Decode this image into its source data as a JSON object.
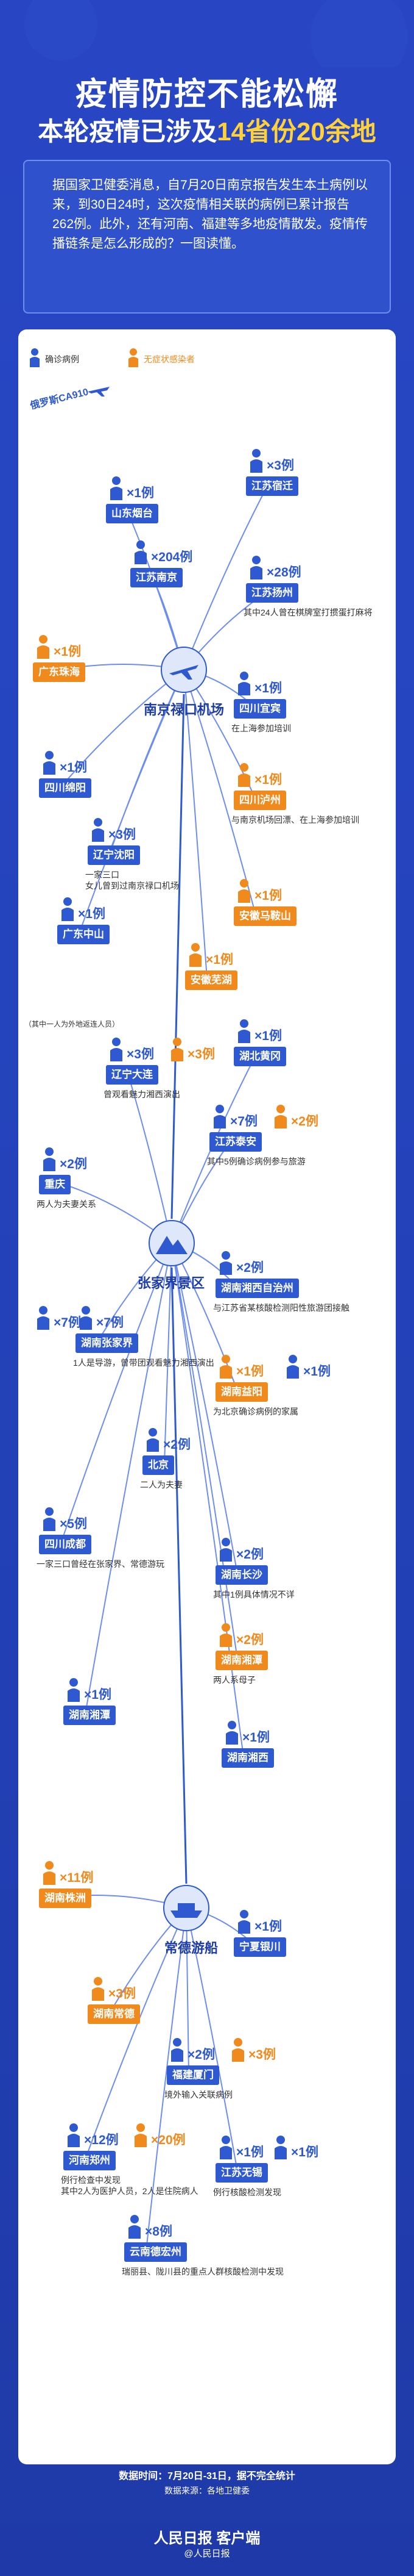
{
  "header": {
    "title_line1": "疫情防控不能松懈",
    "title_line2_a": "本轮疫情已涉及",
    "title_line2_b": "14省份20余地"
  },
  "intro": {
    "text": "据国家卫健委消息，自7月20日南京报告发生本土病例以来，到30日24时，这次疫情相关联的病例已累计报告262例。此外，还有河南、福建等多地疫情散发。疫情传播链条是怎么形成的？一图读懂。"
  },
  "legend": {
    "confirmed": "确诊病例",
    "asymptomatic": "无症状感染者"
  },
  "colors": {
    "confirmed": "#2e59d1",
    "asymptomatic": "#f08a1c",
    "background": "#2444bd",
    "accent": "#ffd23a"
  },
  "flight": "俄罗斯CA910",
  "hubs": [
    {
      "name": "南京禄口机场",
      "icon": "airplane-icon"
    },
    {
      "name": "张家界景区",
      "icon": "mountain-icon"
    },
    {
      "name": "常德游船",
      "icon": "ship-icon"
    }
  ],
  "nodes": [
    {
      "id": "yantai",
      "count": "×1例",
      "type": "confirmed",
      "place": "山东烟台"
    },
    {
      "id": "suqian",
      "count": "×3例",
      "type": "confirmed",
      "place": "江苏宿迁"
    },
    {
      "id": "nanjing",
      "count": "×204例",
      "type": "confirmed",
      "place": "江苏南京"
    },
    {
      "id": "yangzhou",
      "count": "×28例",
      "type": "confirmed",
      "place": "江苏扬州",
      "note": "其中24人曾在棋牌室打掼蛋打麻将"
    },
    {
      "id": "guangdongzhuhai",
      "count": "×1例",
      "type": "asymptomatic",
      "place": "广东珠海"
    },
    {
      "id": "yibin",
      "count": "×1例",
      "type": "confirmed",
      "place": "四川宜宾",
      "note": "在上海参加培训"
    },
    {
      "id": "mianyang",
      "count": "×1例",
      "type": "confirmed",
      "place": "四川绵阳"
    },
    {
      "id": "luzhou",
      "count": "×1例",
      "type": "asymptomatic",
      "place": "四川泸州",
      "note": "与南京机场回漂、在上海参加培训"
    },
    {
      "id": "shenyang",
      "count": "×3例",
      "type": "confirmed",
      "place": "辽宁沈阳",
      "note": "一家三口\n女儿曾到过南京禄口机场"
    },
    {
      "id": "maanshan",
      "count": "×1例",
      "type": "asymptomatic",
      "place": "安徽马鞍山"
    },
    {
      "id": "zhongshan",
      "count": "×1例",
      "type": "confirmed",
      "place": "广东中山"
    },
    {
      "id": "wuhu",
      "count": "×1例",
      "type": "asymptomatic",
      "place": "安徽芜湖"
    },
    {
      "id": "dalian",
      "count": "×3例",
      "type": "mixed",
      "place": "辽宁大连",
      "note": "曾观看魅力湘西演出",
      "note_top": "（其中一人为外地返连人员）"
    },
    {
      "id": "huanggang",
      "count": "×1例",
      "type": "confirmed",
      "place": "湖北黄冈"
    },
    {
      "id": "chongqing",
      "count": "×2例",
      "type": "confirmed",
      "place": "重庆",
      "note": "两人为夫妻关系"
    },
    {
      "id": "taian",
      "count": "×7例",
      "type": "mixed",
      "place": "江苏泰安",
      "note": "其中5例确诊病例参与旅游"
    },
    {
      "id": "zhangjiajie",
      "count": "×7例",
      "type": "mixed",
      "place": "湖南张家界",
      "note": "1人是导游，曾带团观看魅力湘西演出"
    },
    {
      "id": "xiangxi",
      "count": "×2例",
      "type": "confirmed",
      "place": "湖南湘西自治州",
      "note": "与江苏省某核酸检测阳性旅游团接触"
    },
    {
      "id": "yiyang",
      "count": "×1例",
      "type": "asymptomatic",
      "place": "湖南益阳",
      "note": "为北京确诊病例的家属"
    },
    {
      "id": "beijing",
      "count": "×2例",
      "type": "confirmed",
      "place": "北京",
      "note": "二人为夫妻"
    },
    {
      "id": "chengdu",
      "count": "×5例",
      "type": "confirmed",
      "place": "四川成都",
      "note": "一家三口曾经在张家界、常德游玩"
    },
    {
      "id": "changsha",
      "count": "×2例",
      "type": "confirmed",
      "place": "湖南长沙",
      "note": "其中1例具体情况不详"
    },
    {
      "id": "changshabadge",
      "count": "×2例",
      "type": "asymptomatic",
      "place": "湖南湘潭",
      "note": "两人系母子"
    },
    {
      "id": "xiangtan",
      "count": "×1例",
      "type": "confirmed",
      "place": "湖南湘潭"
    },
    {
      "id": "hubei2",
      "count": "×1例",
      "type": "confirmed",
      "place": "湖南湘西"
    },
    {
      "id": "zhuzhou",
      "count": "×11例",
      "type": "asymptomatic",
      "place": "湖南株洲"
    },
    {
      "id": "ningxia",
      "count": "×1例",
      "type": "confirmed",
      "place": "宁夏银川"
    },
    {
      "id": "changde",
      "count": "×3例",
      "type": "asymptomatic",
      "place": "湖南常德"
    },
    {
      "id": "xiamen",
      "count": "×2例",
      "type": "mixed",
      "place": "福建厦门",
      "note": "境外输入关联病例"
    },
    {
      "id": "henanzhengzhou",
      "count": "×12例",
      "type": "mixed",
      "place": "河南郑州",
      "note": "例行检查中发现\n其中2人为医护人员，2人是住院病人"
    },
    {
      "id": "wuxi",
      "count": "×1例",
      "type": "mixed",
      "place": "江苏无锡",
      "note": "例行核酸检测发现"
    },
    {
      "id": "dehong",
      "count": "×8例",
      "type": "confirmed",
      "place": "云南德宏州",
      "note": "瑞丽县、陇川县的重点人群核酸检测中发现"
    }
  ],
  "extra_counts": {
    "dalian_orange": "×3例",
    "taian_orange": "×2例",
    "zhangjiajie_blue": "×7例",
    "xiamen_orange": "×3例",
    "zhengzhou_orange": "×20例",
    "wuxi_blue": "×1例",
    "yiyang_blue": "×1例"
  },
  "footer": {
    "date": "数据时间：7月20日-31日，据不完全统计",
    "source": "数据来源：各地卫健委",
    "brand": "人民日报 客户端",
    "author": "@人民日报"
  }
}
